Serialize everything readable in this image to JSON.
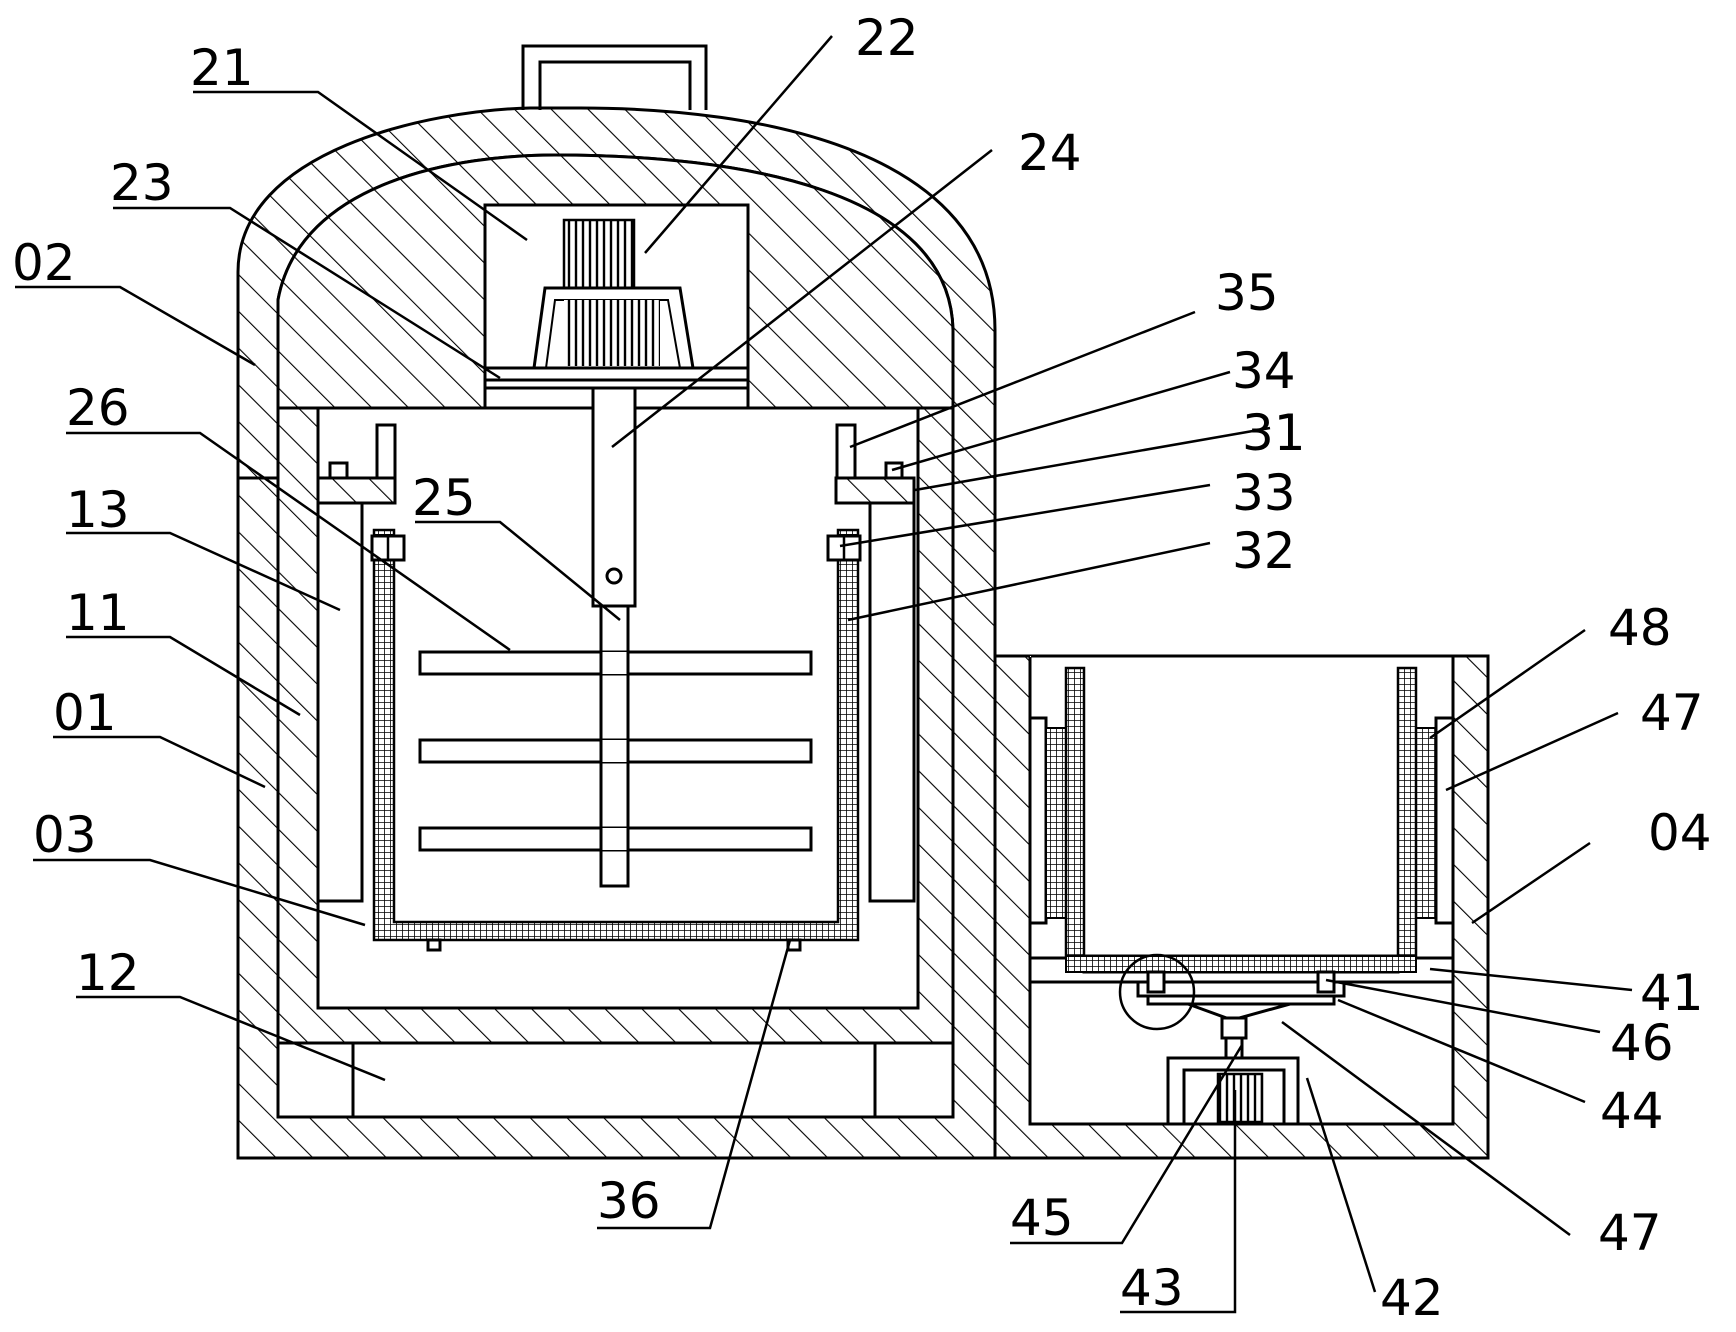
{
  "labels": {
    "l01": "01",
    "l02": "02",
    "l03": "03",
    "l04": "04",
    "l11": "11",
    "l12": "12",
    "l13": "13",
    "l21": "21",
    "l22": "22",
    "l23": "23",
    "l24": "24",
    "l25": "25",
    "l26": "26",
    "l31": "31",
    "l32": "32",
    "l33": "33",
    "l34": "34",
    "l35": "35",
    "l36": "36",
    "l41": "41",
    "l42": "42",
    "l43": "43",
    "l44": "44",
    "l45": "45",
    "l46": "46",
    "l47a": "47",
    "l47b": "47",
    "l48": "48"
  }
}
